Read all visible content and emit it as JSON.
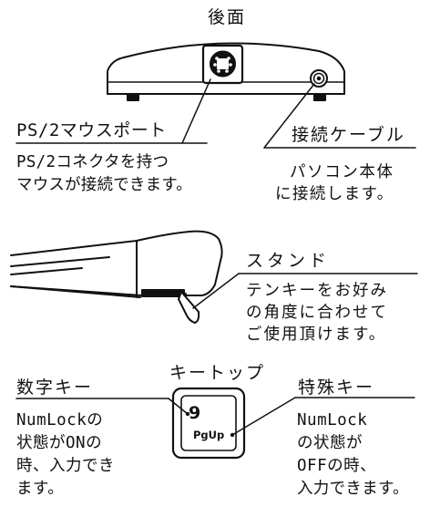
{
  "rear": {
    "title": "後面"
  },
  "ps2": {
    "heading": "PS/2マウスポート",
    "desc": [
      "PS/2コネクタを持つ",
      "マウスが接続できます。"
    ]
  },
  "cable": {
    "heading": "接続ケーブル",
    "desc": [
      "パソコン本体",
      "に接続します。"
    ]
  },
  "stand": {
    "heading": "スタンド",
    "desc": [
      "テンキーをお好み",
      "の角度に合わせて",
      "ご使用頂けます。"
    ]
  },
  "keytop": {
    "title": "キートップ",
    "primary_glyph": "9",
    "secondary_glyph": "PgUp"
  },
  "numeric": {
    "heading": "数字キー",
    "desc": [
      "NumLockの",
      "状態がONの",
      "時、入力でき",
      "ます。"
    ]
  },
  "special": {
    "heading": "特殊キー",
    "desc": [
      "NumLock",
      "の状態が",
      "OFFの時、",
      "入力できます。"
    ]
  }
}
